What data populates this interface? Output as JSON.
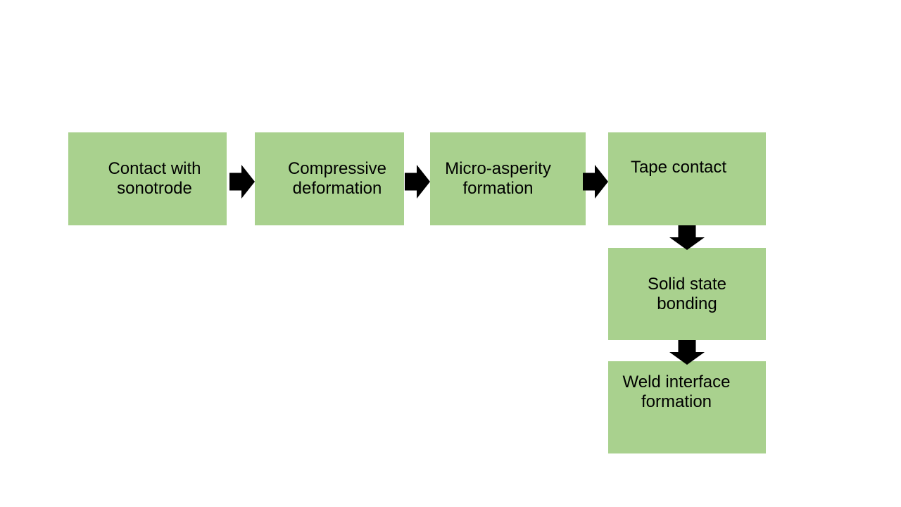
{
  "page": {
    "background_color": "#FFFFFF"
  },
  "diagram": {
    "kind": "process-flowchart",
    "node_fill_color": "#A9D18E",
    "arrow_color": "#000000",
    "text_color": "#000000",
    "nodes": [
      {
        "label": "Contact with sonotrode"
      },
      {
        "label": "Compressive deformation"
      },
      {
        "label": "Micro-asperity formation"
      },
      {
        "label": "Tape contact"
      },
      {
        "label": "Solid state bonding"
      },
      {
        "label": "Weld interface formation"
      }
    ],
    "arrows": [
      {
        "from": "Contact with sonotrode",
        "to": "Compressive deformation",
        "direction": "right"
      },
      {
        "from": "Compressive deformation",
        "to": "Micro-asperity formation",
        "direction": "right"
      },
      {
        "from": "Micro-asperity formation",
        "to": "Tape contact",
        "direction": "right"
      },
      {
        "from": "Tape contact",
        "to": "Solid state bonding",
        "direction": "down"
      },
      {
        "from": "Solid state bonding",
        "to": "Weld interface formation",
        "direction": "down"
      }
    ]
  }
}
